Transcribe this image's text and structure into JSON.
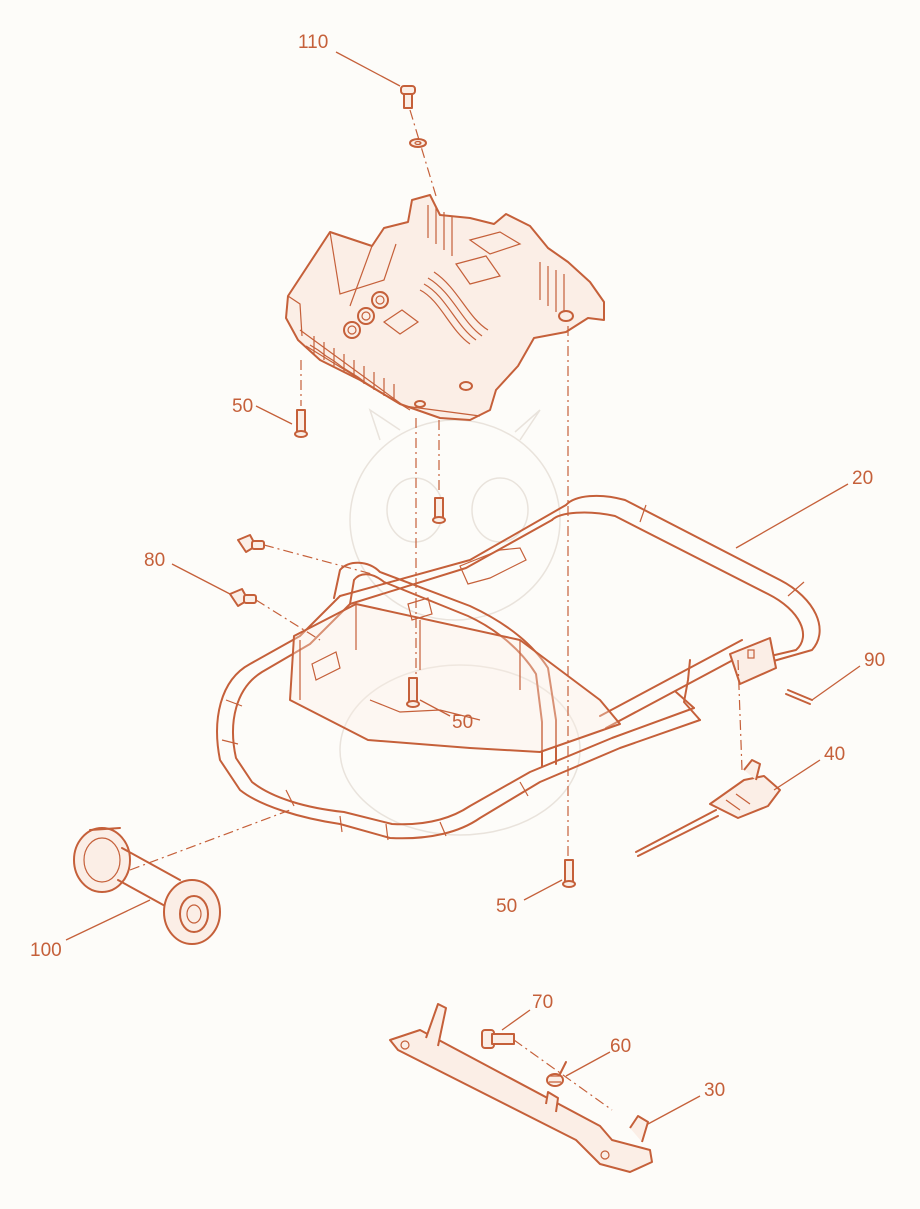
{
  "colors": {
    "line": "#c5603a",
    "background": "#fdfcf9",
    "watermark": "#e9e3dc"
  },
  "callouts": {
    "c110": "110",
    "c50_top": "50",
    "c20": "20",
    "c80": "80",
    "c50_mid": "50",
    "c90": "90",
    "c40": "40",
    "c50_bottom": "50",
    "c100": "100",
    "c70": "70",
    "c60": "60",
    "c30": "30"
  }
}
